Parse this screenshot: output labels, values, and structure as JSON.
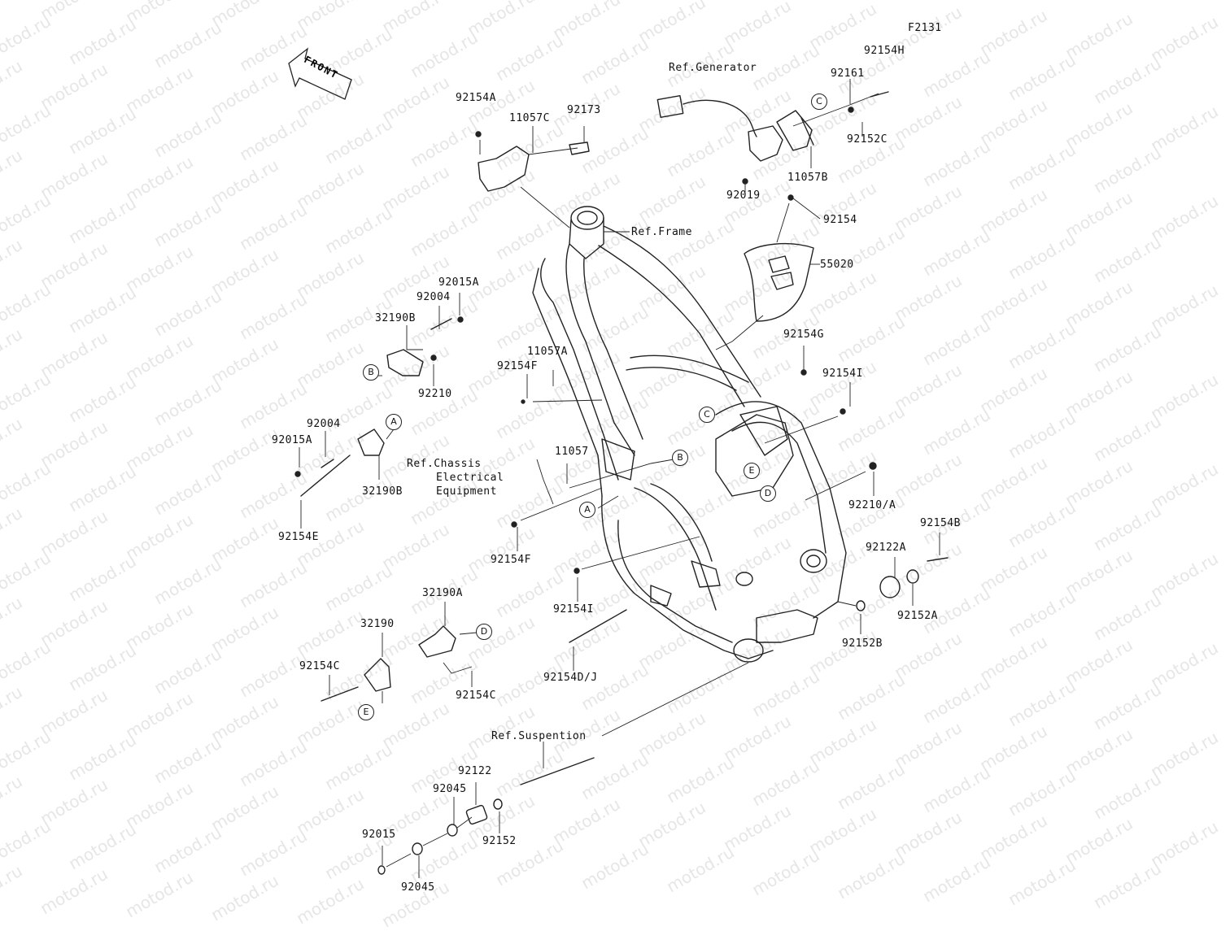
{
  "figure_code": "F2131",
  "watermark": "motod.ru",
  "front_label": "FRONT",
  "references": {
    "generator": "Ref.Generator",
    "frame": "Ref.Frame",
    "chassis_line1": "Ref.Chassis",
    "chassis_line2": "Electrical",
    "chassis_line3": "Equipment",
    "suspension": "Ref.Suspention"
  },
  "part_numbers": {
    "p92154H": "92154H",
    "p92161": "92161",
    "p92152C": "92152C",
    "p11057B": "11057B",
    "p92019": "92019",
    "p92154": "92154",
    "p55020": "55020",
    "p92154A": "92154A",
    "p11057C": "11057C",
    "p92173": "92173",
    "p92015A_top": "92015A",
    "p92004_top": "92004",
    "p32190B_top": "32190B",
    "p92210": "92210",
    "p11057A": "11057A",
    "p92154F_top": "92154F",
    "p92154G": "92154G",
    "p92154I_top": "92154I",
    "p92004_mid": "92004",
    "p92015A_mid": "92015A",
    "p32190B_mid": "32190B",
    "p92154E": "92154E",
    "p11057": "11057",
    "p92154F_bot": "92154F",
    "p92210A": "92210/A",
    "p92154B": "92154B",
    "p92122A": "92122A",
    "p92152A": "92152A",
    "p92152B": "92152B",
    "p92154I_bot": "92154I",
    "p32190A": "32190A",
    "p32190": "32190",
    "p92154C_left": "92154C",
    "p92154C_right": "92154C",
    "p92154DJ": "92154D/J",
    "p92122": "92122",
    "p92045_top": "92045",
    "p92015": "92015",
    "p92152": "92152",
    "p92045_bot": "92045"
  },
  "callouts": {
    "A": "A",
    "B": "B",
    "C": "C",
    "D": "D",
    "E": "E"
  }
}
